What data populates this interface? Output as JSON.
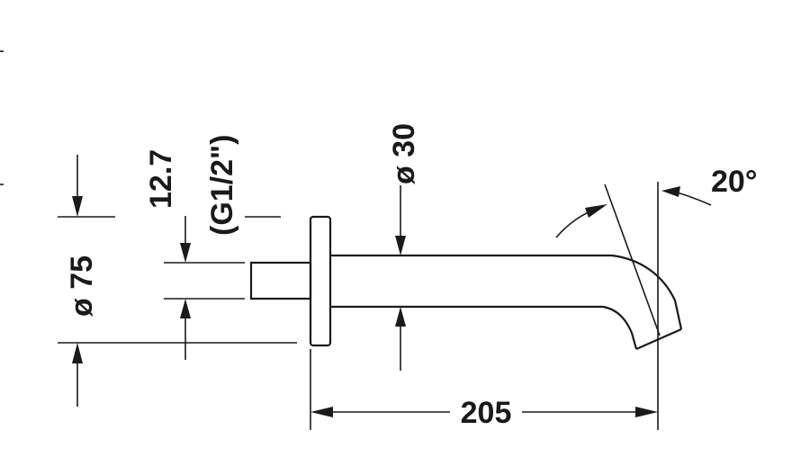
{
  "drawing": {
    "dimensions": {
      "overall_length": "205",
      "spout_diameter": "ø 30",
      "flange_diameter": "ø 75",
      "thread_offset": "12.7",
      "thread_size": "(G1/2\")",
      "outlet_angle": "20°"
    }
  }
}
